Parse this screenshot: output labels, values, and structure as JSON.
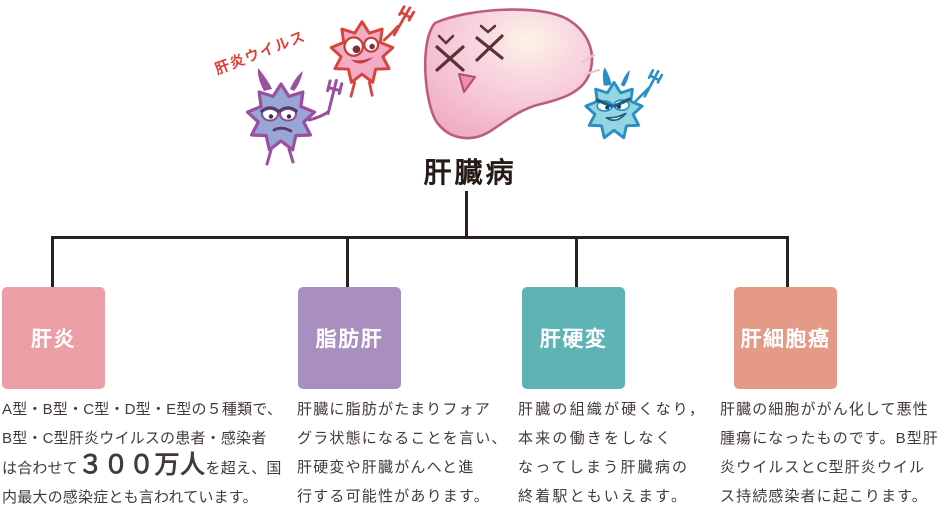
{
  "title": "肝臓病",
  "illustration": {
    "virus_label": "肝炎ウイルス",
    "virus_label_color": "#e23a31",
    "icon_names": [
      "purple-virus-icon",
      "pink-virus-icon",
      "sick-liver-icon",
      "blue-virus-icon"
    ]
  },
  "colors": {
    "body_text": "#433a38",
    "connector_line": "#2a201d",
    "hepatitis_box": "#ec9ea7",
    "fatty_liver_box": "#a98fc0",
    "cirrhosis_box": "#5fb3b5",
    "carcinoma_box": "#e49a87"
  },
  "nodes": [
    {
      "label": "肝炎",
      "color": "#ec9ea7",
      "desc_pre": "A型・B型・C型・D型・E型の５種類で、\nB型・C型肝炎ウイルスの患者・感染者\nは合わせて",
      "desc_big": "３００万人",
      "desc_post": "を超え、国\n内最大の感染症とも言われています。"
    },
    {
      "label": "脂肪肝",
      "color": "#a98fc0",
      "desc": "肝臓に脂肪がたまりフォア\nグラ状態になることを言い、\n肝硬変や肝臓がんへと進\n行する可能性があります。"
    },
    {
      "label": "肝硬変",
      "color": "#5fb3b5",
      "desc": "肝臓の組織が硬くなり，\n本来の働きをしなく\nなってしまう肝臓病の\n終着駅ともいえます。"
    },
    {
      "label": "肝細胞癌",
      "color": "#e49a87",
      "desc": "肝臓の細胞ががん化して悪性\n腫瘍になったものです。B型肝\n炎ウイルスとC型肝炎ウイル\nス持続感染者に起こります。"
    }
  ]
}
